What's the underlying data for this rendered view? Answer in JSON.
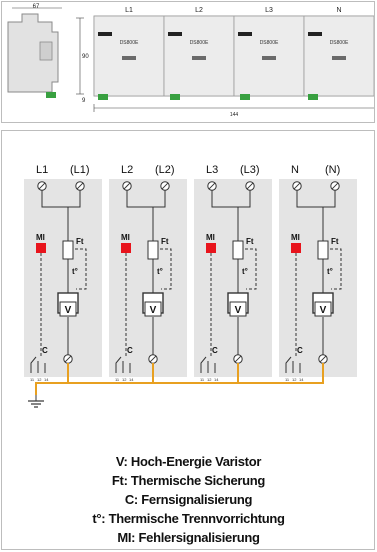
{
  "dimensions": {
    "width_label": "67",
    "height_label": "90",
    "base_label": "9",
    "length_label": "144"
  },
  "modules": [
    {
      "terminal": "L1",
      "model": "DS800E",
      "output": "(L1)"
    },
    {
      "terminal": "L2",
      "model": "DS800E",
      "output": "(L2)"
    },
    {
      "terminal": "L3",
      "model": "DS800E",
      "output": "(L3)"
    },
    {
      "terminal": "N",
      "model": "DS800E",
      "output": "(N)"
    }
  ],
  "schematic_labels": {
    "fault_indicator": "MI",
    "thermal_fuse": "Ft",
    "varistor": "V",
    "thermal_disconnector": "t°",
    "remote_signaling": "C",
    "contacts": [
      "11",
      "12",
      "14"
    ]
  },
  "legend": [
    "V: Hoch-Energie Varistor",
    "Ft: Thermische Sicherung",
    "C: Fernsignalisierung",
    "t°: Thermische Trennvorrichtung",
    "MI: Fehlersignalisierung"
  ],
  "colors": {
    "indicator_red": "#e8141c",
    "bus_orange": "#e8a020",
    "terminal_green": "#38a040",
    "module_gray": "#e4e4e4"
  }
}
